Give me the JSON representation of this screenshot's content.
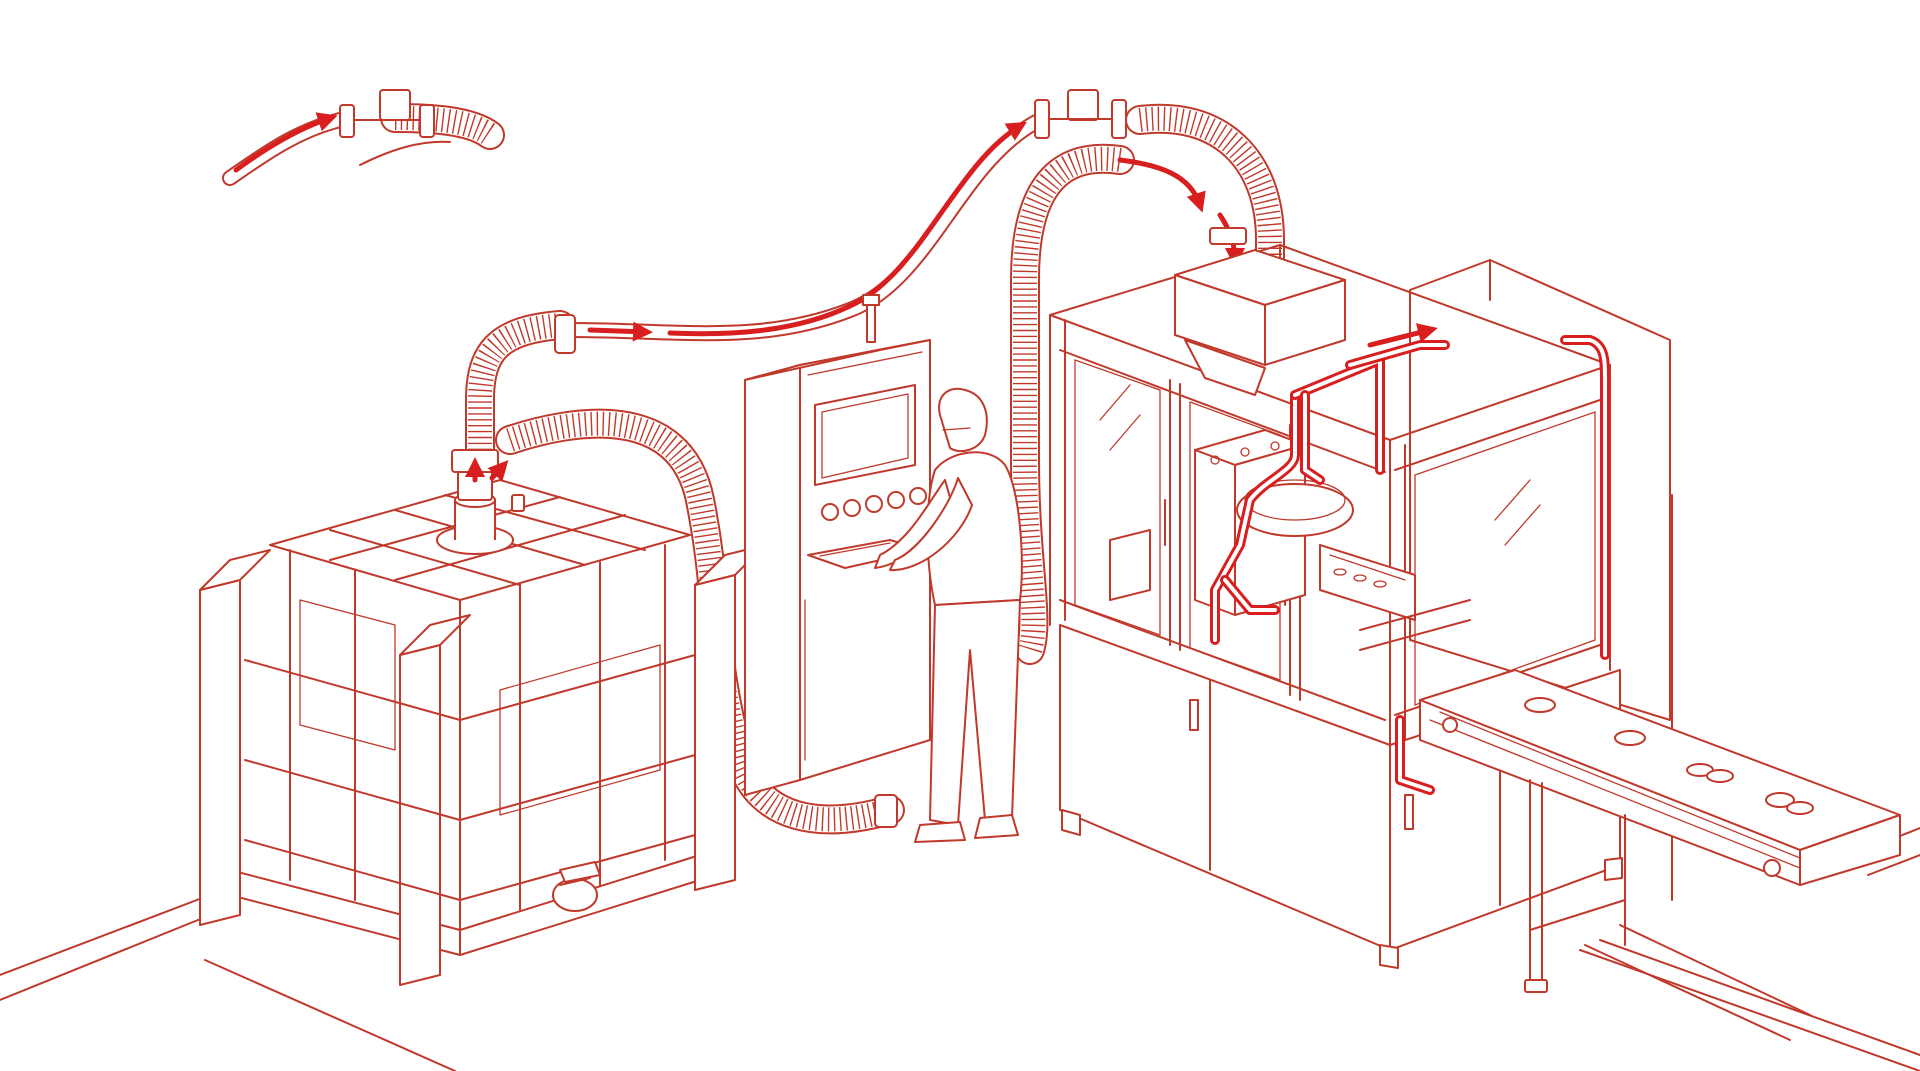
{
  "diagram": {
    "style": "isometric line drawing",
    "colors": {
      "line": "#c0392b",
      "accent": "#d81e1e",
      "background": "#ffffff"
    },
    "icons": [
      "flow-arrow-icon",
      "start-button-icon"
    ],
    "components": [
      "ibc-tote",
      "transfer-hose",
      "control-panel",
      "operator",
      "production-machine",
      "conveyor-belt"
    ]
  }
}
